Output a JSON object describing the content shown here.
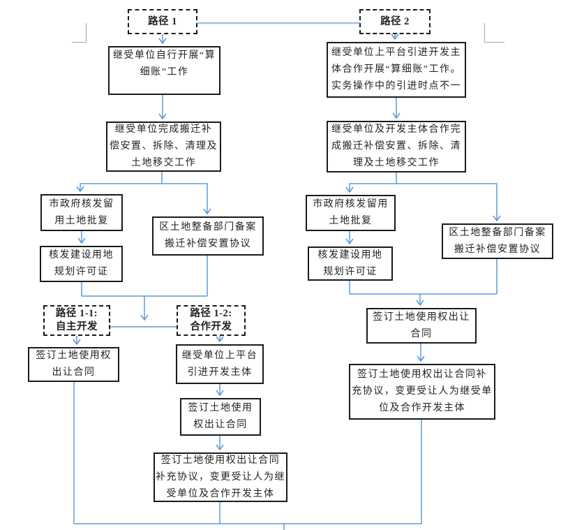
{
  "title": "留用土地出让流程图（路径1 / 路径2）",
  "colors": {
    "connector": "#5B9BD5",
    "connector_light": "#9DC3E6",
    "box_border": "#1a1a1a",
    "box_background": "#ffffff",
    "corner_mark": "#a6a6a6"
  },
  "nodes": {
    "path1_label": "路径 1",
    "path2_label": "路径 2",
    "path11_label": "路径 1-1:\n自主开发",
    "path12_label": "路径 1-2:\n合作开发",
    "p1_step1": "继受单位自行开展“算\n细账”工作",
    "p1_step2": "继受单位完成搬迁补\n偿安置、拆除、清理及\n土地移交工作",
    "p1_city_approval": "市政府核发留\n用土地批复",
    "p1_planning_permit": "核发建设用地\n规划许可证",
    "p1_record": "区土地整备部门备案\n搬迁补偿安置协议",
    "p11_contract": "签订土地使用权\n出让合同",
    "p12_introduce": "继受单位上平台\n引进开发主体",
    "p12_contract": "签订土地使用\n权出让合同",
    "p12_supplement": "签订土地使用权出让合同\n补充协议，变更受让人为继\n受单位及合作开发主体",
    "p2_step1": "继受单位上平台引进开发主\n体合作开展“算细账”工作。\n实务操作中的引进时点不一",
    "p2_step2": "继受单位及开发主体合作完\n成搬迁补偿安置、拆除、清\n理及土地移交工作",
    "p2_city_approval": "市政府核发留用\n土地批复",
    "p2_planning_permit": "核发建设用地\n规划许可证",
    "p2_record": "区土地整备部门备案\n搬迁补偿安置协议",
    "p2_contract": "签订土地使用权出让\n合同",
    "p2_supplement": "签订土地使用权出让合同补\n充协议，变更受让人为继受单\n位及合作开发主体"
  }
}
